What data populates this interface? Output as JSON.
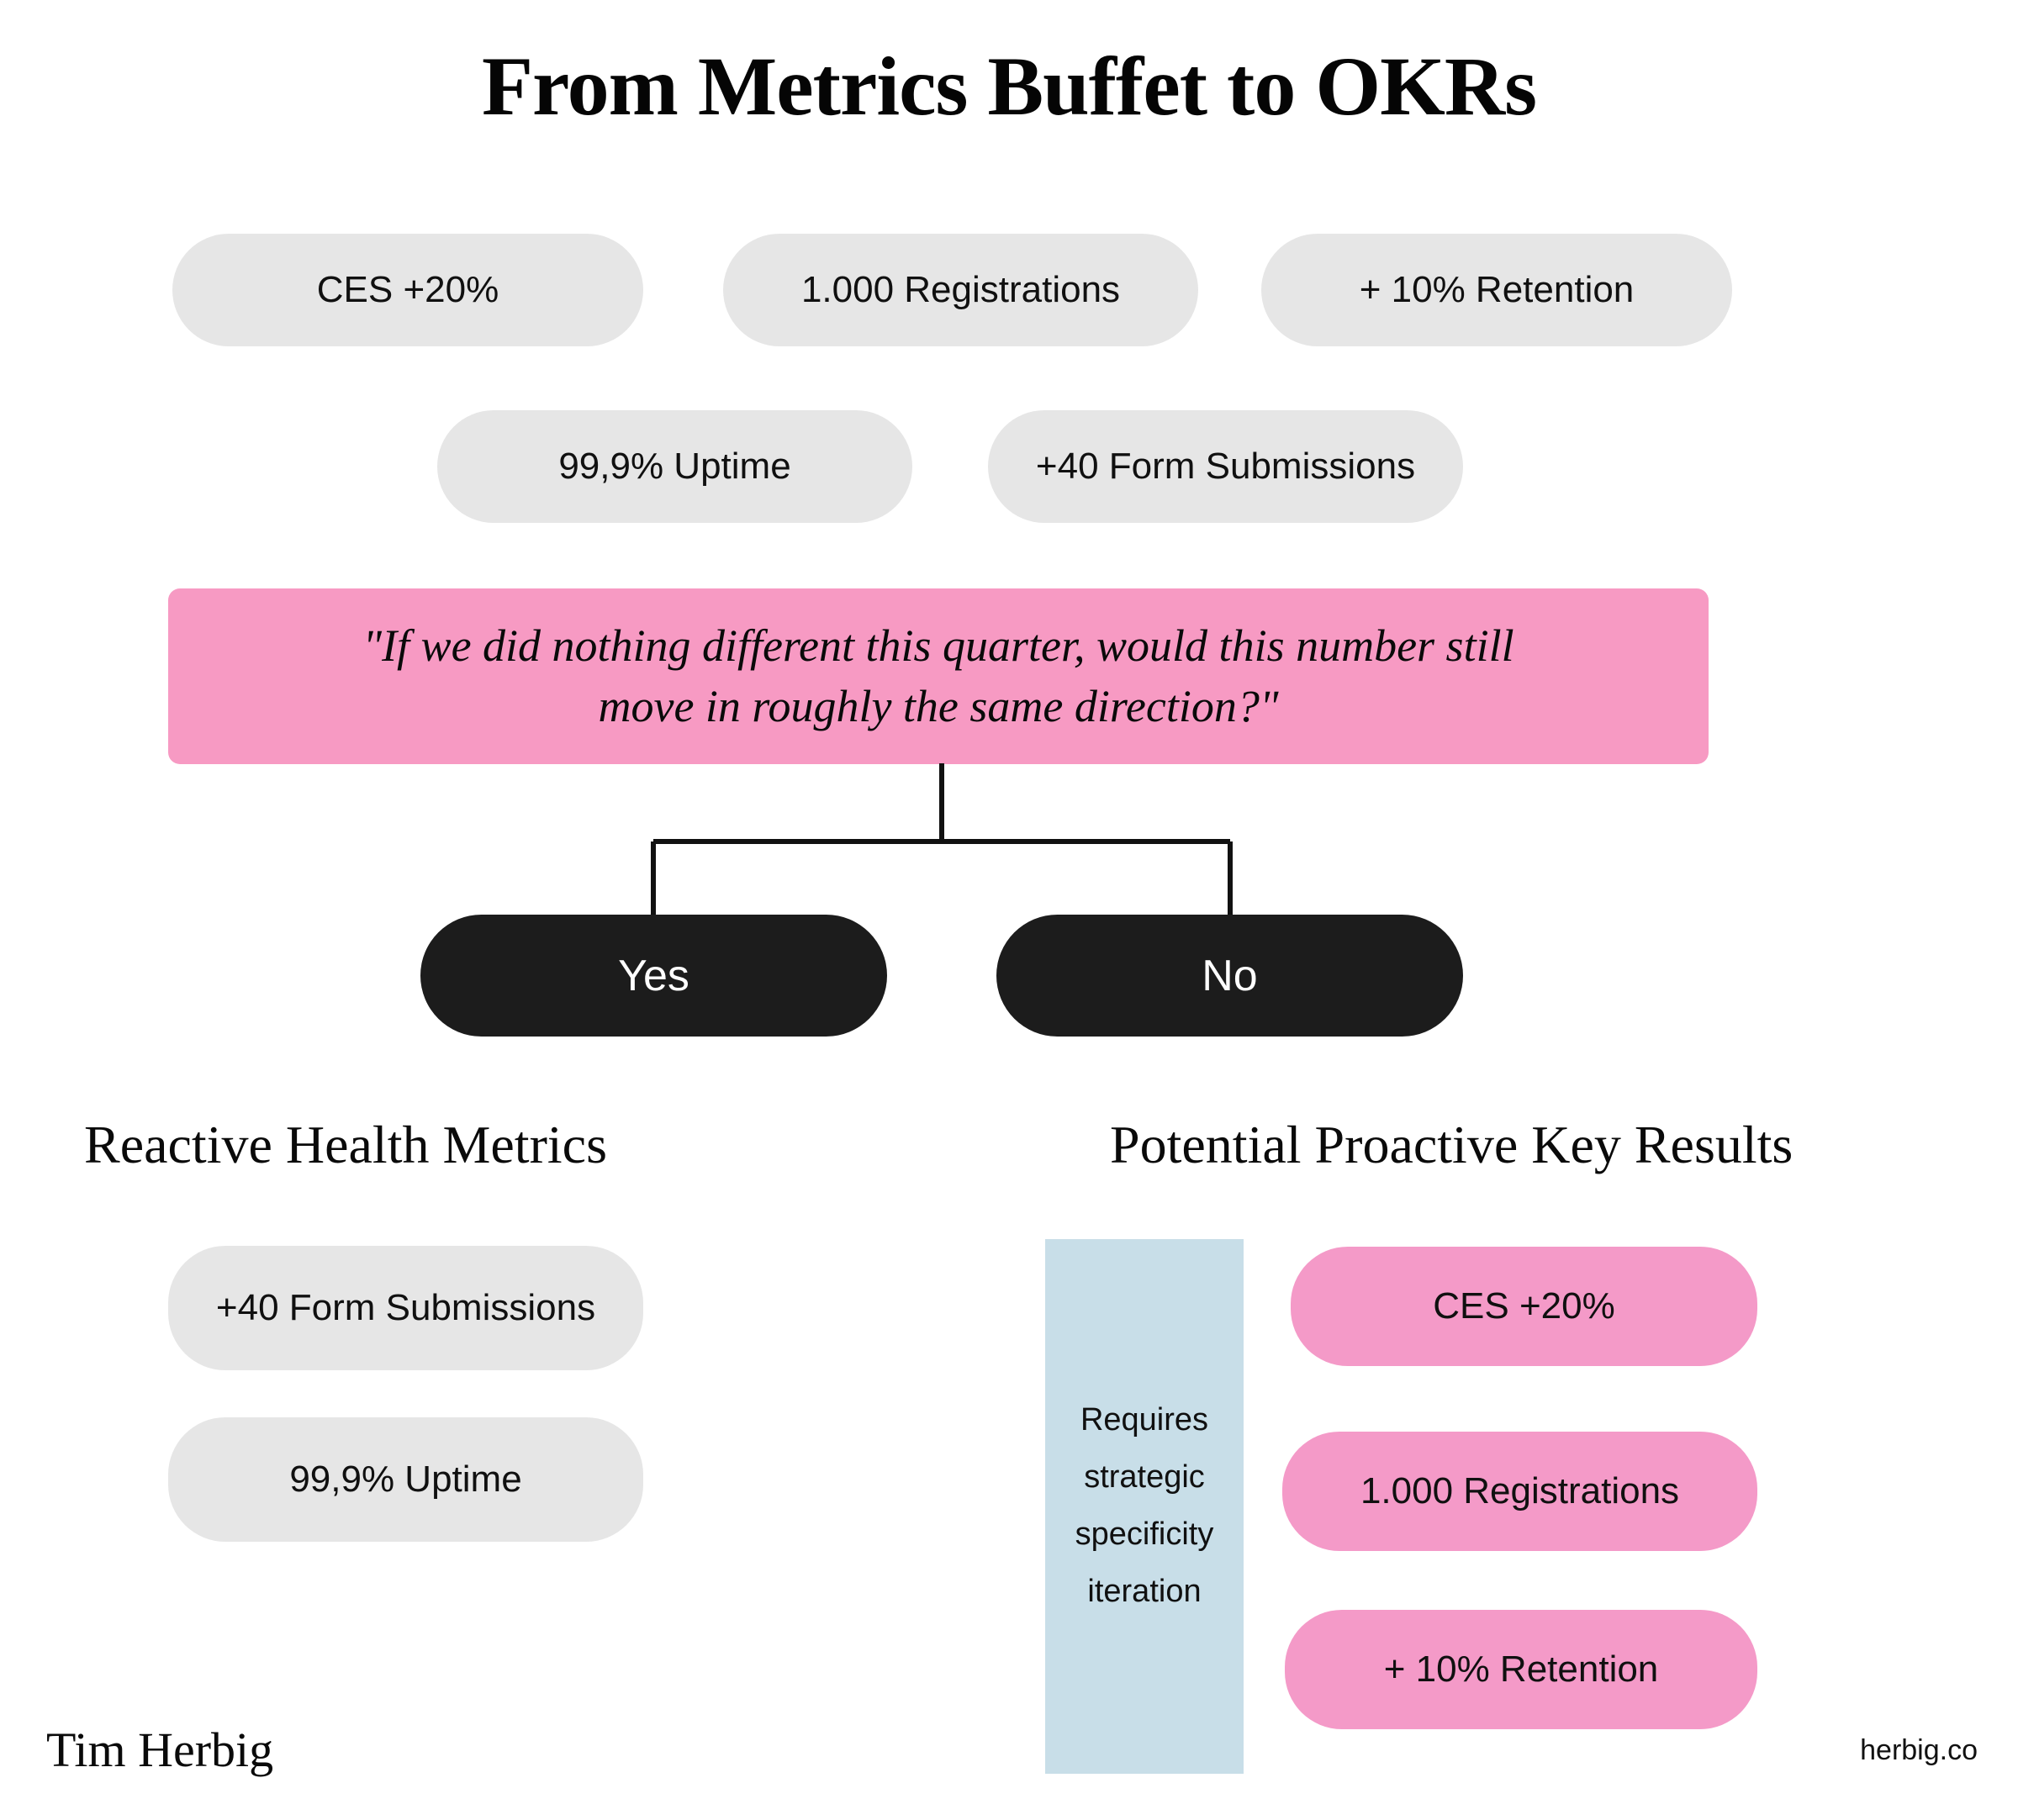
{
  "title": "From Metrics Buffet to OKRs",
  "colors": {
    "pill_gray": "#e6e6e6",
    "pill_pink": "#f49ac8",
    "quote_pink": "#f79ac3",
    "dark": "#1c1c1c",
    "requires_blue": "#c8dee8",
    "background": "#ffffff",
    "text": "#101010"
  },
  "buffet": {
    "row1": [
      {
        "label": "CES +20%"
      },
      {
        "label": "1.000 Registrations"
      },
      {
        "label": "+ 10% Retention"
      }
    ],
    "row2": [
      {
        "label": "99,9% Uptime"
      },
      {
        "label": "+40 Form Submissions"
      }
    ]
  },
  "quote": {
    "text": "\"If we did nothing different this quarter, would this number still move in roughly the same direction?\""
  },
  "decision": {
    "yes_label": "Yes",
    "no_label": "No"
  },
  "left_column": {
    "heading": "Reactive Health Metrics",
    "items": [
      {
        "label": "+40 Form Submissions"
      },
      {
        "label": "99,9% Uptime"
      }
    ]
  },
  "right_column": {
    "heading": "Potential Proactive Key Results",
    "requires": {
      "lines": [
        "Requires",
        "strategic",
        "specificity",
        "iteration"
      ]
    },
    "items": [
      {
        "label": "CES +20%"
      },
      {
        "label": "1.000 Registrations"
      },
      {
        "label": "+ 10% Retention"
      }
    ]
  },
  "footer": {
    "author": "Tim Herbig",
    "site": "herbig.co"
  }
}
